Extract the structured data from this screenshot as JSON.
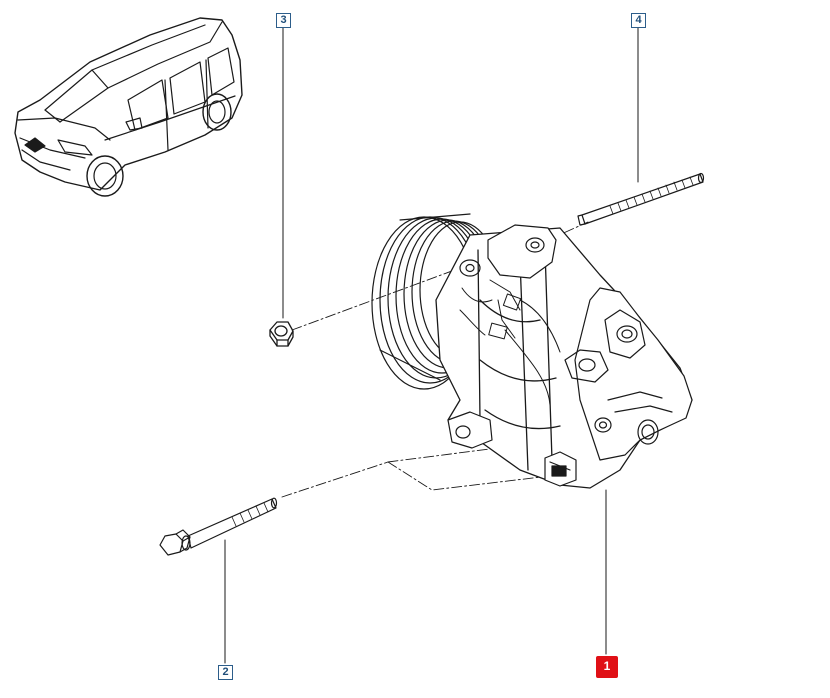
{
  "diagram": {
    "type": "exploded-parts-view",
    "subject_parts": [
      "vehicle",
      "ac-compressor",
      "mounting-bolt",
      "hex-nut",
      "stud-bolt"
    ],
    "callouts": [
      {
        "id": "1",
        "label": "1",
        "part": "ac-compressor",
        "selected": true
      },
      {
        "id": "2",
        "label": "2",
        "part": "mounting-bolt",
        "selected": false
      },
      {
        "id": "3",
        "label": "3",
        "part": "hex-nut",
        "selected": false
      },
      {
        "id": "4",
        "label": "4",
        "part": "stud-bolt",
        "selected": false
      }
    ]
  },
  "colors": {
    "line": "#1a1a1a",
    "callout_border": "#2c5d8a",
    "callout_text": "#1f4e79",
    "selected_callout": "#e01016",
    "background": "#ffffff"
  }
}
